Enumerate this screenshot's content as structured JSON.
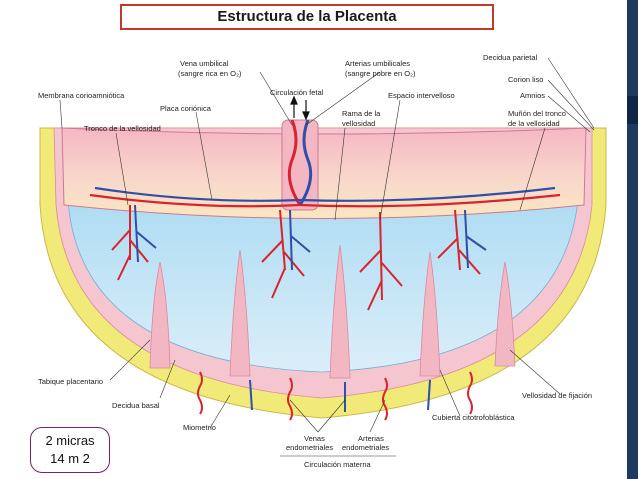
{
  "title": "Estructura de la Placenta",
  "labels": {
    "vena_umbilical": "Vena umbilical",
    "vena_umbilical_2": "(sangre rica en O₂)",
    "arterias_umbilicales": "Arterias umbilicales",
    "arterias_umbilicales_2": "(sangre pobre en O₂)",
    "decidua_parietal": "Decidua parietal",
    "corion_liso": "Corion liso",
    "amnios": "Amnios",
    "membrana": "Membrana corioamniótica",
    "circulacion_fetal": "Circulación fetal",
    "placa_corionica": "Placa coriónica",
    "espacio_intervelloso": "Espacio intervelloso",
    "tronco": "Tronco de la vellosidad",
    "rama": "Rama de la",
    "rama_2": "vellosidad",
    "munon": "Muñón del tronco",
    "munon_2": "de la vellosidad",
    "tabique": "Tabique placentario",
    "vellosidad_fijacion": "Vellosidad de fijación",
    "decidua_basal": "Decidua basal",
    "cubierta": "Cubierta citotrofoblástica",
    "miometrio": "Miometrio",
    "venas": "Venas",
    "venas_2": "endometriales",
    "arterias": "Arterias",
    "arterias_2": "endometriales",
    "circulacion_materna": "Circulación materna"
  },
  "note": {
    "line1": "2 micras",
    "line2": "14 m 2"
  },
  "colors": {
    "myometrium": "#f3ec7a",
    "decidua": "#f6c7cf",
    "chorionic_plate": "#f7d6c8",
    "intervillous": "#bfe3f5",
    "artery": "#d9232e",
    "vein": "#2f4fa8",
    "frame": "#c0392b",
    "sidebar": "#1e3a5f"
  }
}
